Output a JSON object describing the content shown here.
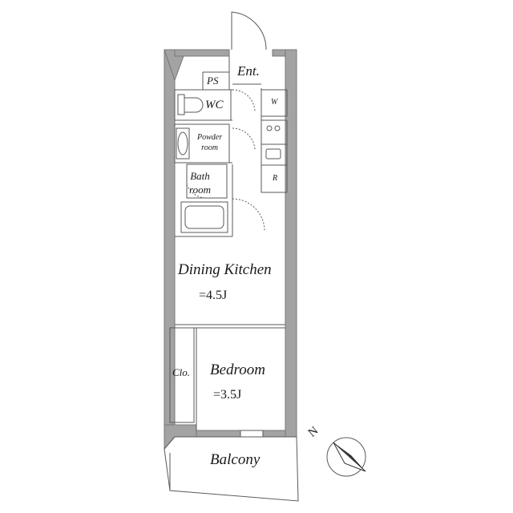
{
  "rooms": {
    "entrance": "Ent.",
    "pipe_space": "PS",
    "wc": "WC",
    "powder_room": {
      "line1": "Powder",
      "line2": "room"
    },
    "bath_room": {
      "line1": "Bath",
      "line2": "room"
    },
    "washer": "W",
    "refrigerator": "R",
    "dining_kitchen": {
      "name": "Dining Kitchen",
      "area": "=4.5J"
    },
    "closet": "Clo.",
    "bedroom": {
      "name": "Bedroom",
      "area": "=3.5J"
    },
    "balcony": "Balcony"
  },
  "compass": {
    "north_label": "N"
  },
  "colors": {
    "wall": "#a3a3a3",
    "line": "#5a5a5a",
    "text": "#1a1a1a"
  }
}
